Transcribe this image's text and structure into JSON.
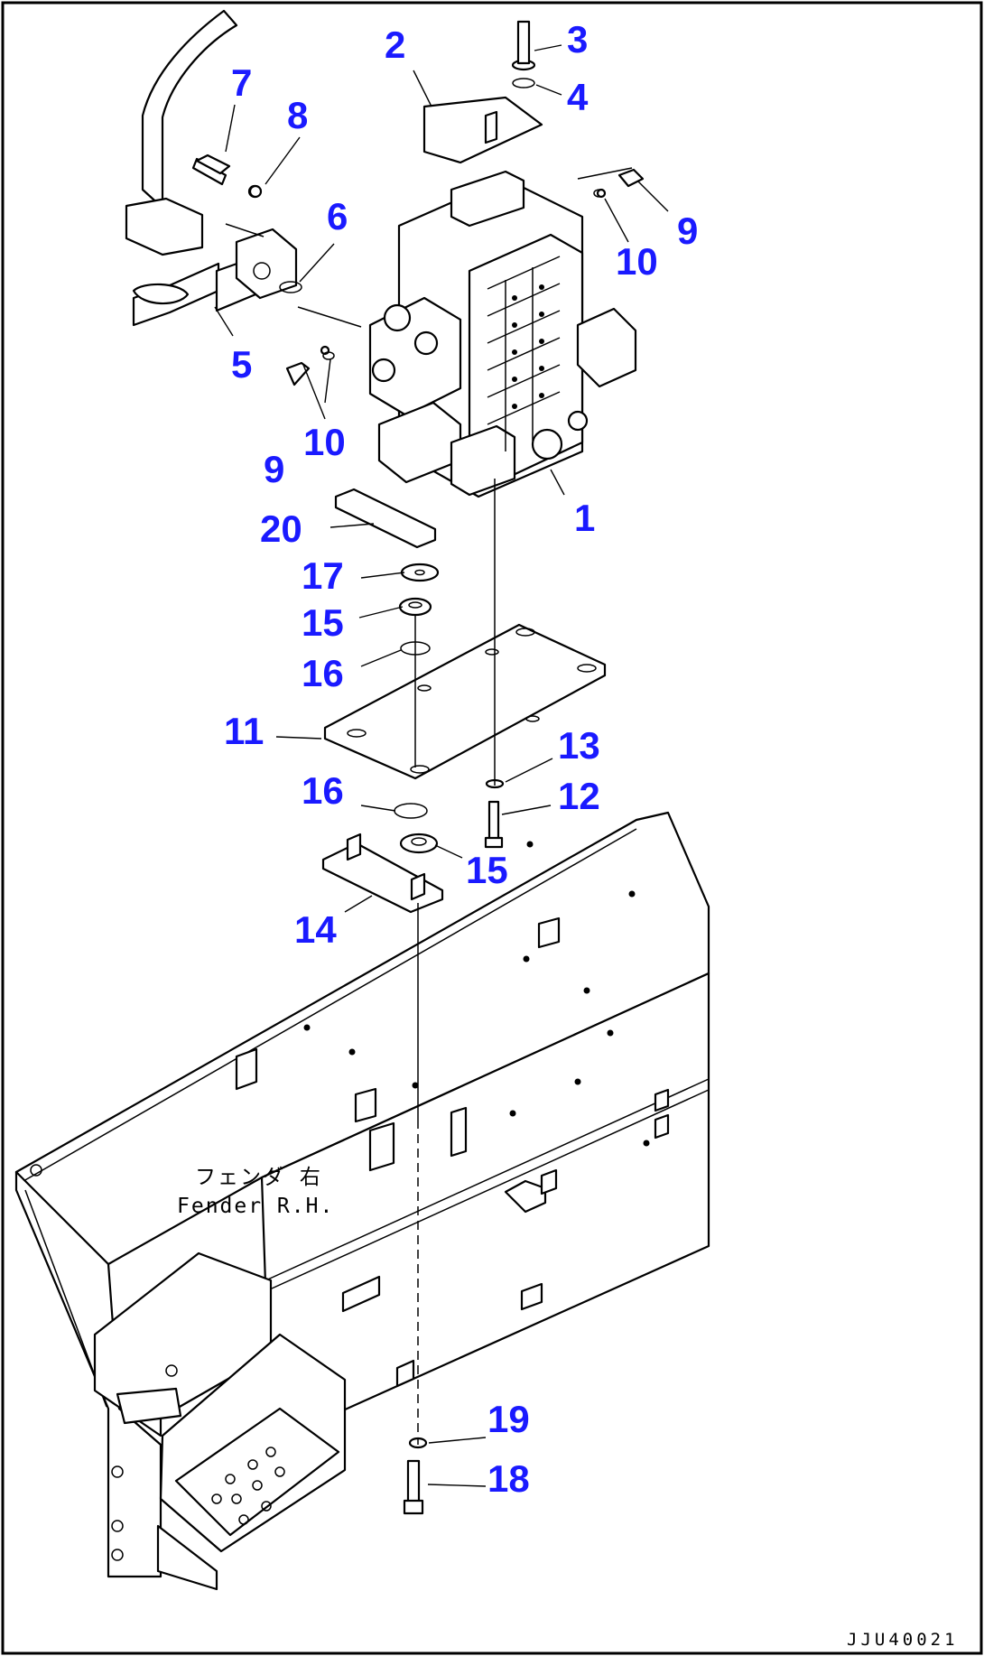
{
  "accent_color": "#1a1aff",
  "line_color": "#000000",
  "fender_label": {
    "line1": "フェンダ 右",
    "line2": "Fender R.H."
  },
  "drawing_code": "JJU40021",
  "callouts": [
    {
      "id": "c1",
      "text": "1"
    },
    {
      "id": "c2",
      "text": "2"
    },
    {
      "id": "c3",
      "text": "3"
    },
    {
      "id": "c4",
      "text": "4"
    },
    {
      "id": "c5",
      "text": "5"
    },
    {
      "id": "c6",
      "text": "6"
    },
    {
      "id": "c7",
      "text": "7"
    },
    {
      "id": "c8",
      "text": "8"
    },
    {
      "id": "c9a",
      "text": "9"
    },
    {
      "id": "c9b",
      "text": "9"
    },
    {
      "id": "c10a",
      "text": "10"
    },
    {
      "id": "c10b",
      "text": "10"
    },
    {
      "id": "c11",
      "text": "11"
    },
    {
      "id": "c12",
      "text": "12"
    },
    {
      "id": "c13",
      "text": "13"
    },
    {
      "id": "c14",
      "text": "14"
    },
    {
      "id": "c15a",
      "text": "15"
    },
    {
      "id": "c15b",
      "text": "15"
    },
    {
      "id": "c16a",
      "text": "16"
    },
    {
      "id": "c16b",
      "text": "16"
    },
    {
      "id": "c17",
      "text": "17"
    },
    {
      "id": "c18",
      "text": "18"
    },
    {
      "id": "c19",
      "text": "19"
    },
    {
      "id": "c20",
      "text": "20"
    }
  ]
}
